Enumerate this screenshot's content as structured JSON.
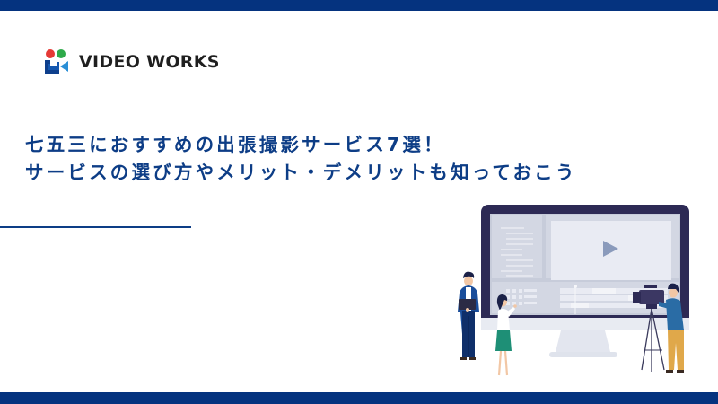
{
  "header": {
    "brand_name": "VIDEO WORKS",
    "logo_icon": "video-camera-logo-icon"
  },
  "article": {
    "title_line1": "七五三におすすめの出張撮影サービス7選！",
    "title_line2": "サービスの選び方やメリット・デメリットも知っておこう"
  },
  "illustration": {
    "description": "monitor with video editor, presenter with laptop, woman pointing, cameraman with tripod",
    "play_icon": "play-icon"
  },
  "colors": {
    "brand_navy": "#05337f",
    "title_blue": "#0d3d86",
    "logo_red": "#e53935",
    "logo_green": "#2eaa4a",
    "logo_blue": "#1565c0",
    "monitor_frame": "#2d2a55"
  }
}
